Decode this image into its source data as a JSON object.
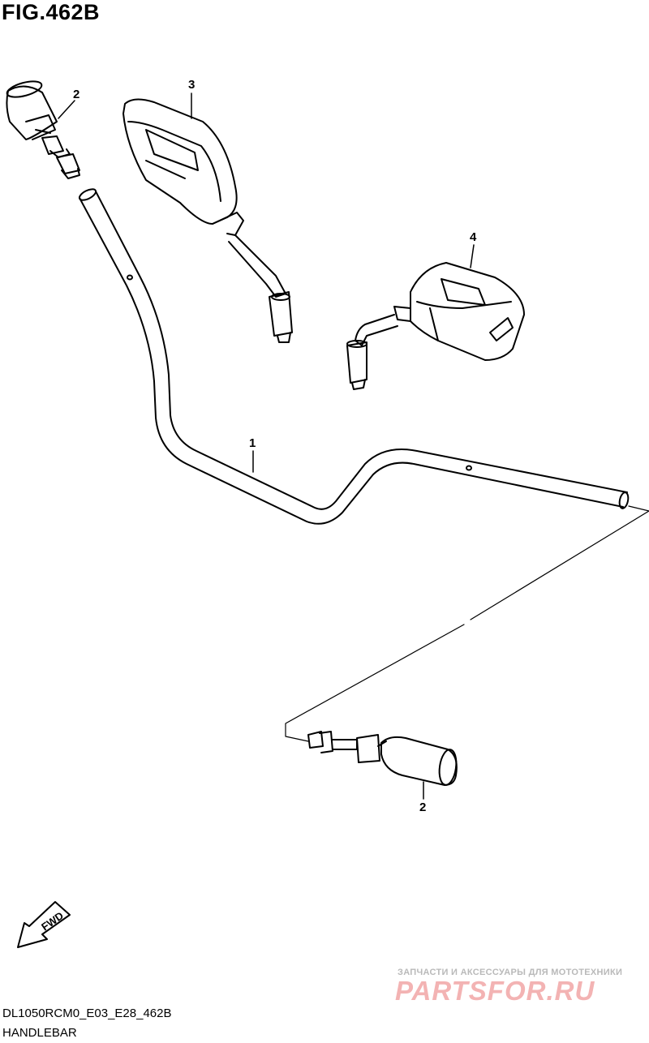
{
  "figure": {
    "title": "FIG.462B"
  },
  "callouts": {
    "handlebar": "1",
    "balancer_top": "2",
    "mirror_right": "3",
    "mirror_left": "4",
    "balancer_bottom": "2"
  },
  "fwd_label": "FWD",
  "footer": {
    "code": "DL1050RCM0_E03_E28_462B",
    "name": "HANDLEBAR"
  },
  "watermark": {
    "tagline": "ЗАПЧАСТИ И АКСЕССУАРЫ ДЛЯ МОТОТЕХНИКИ",
    "brand": "PARTSFOR.RU"
  }
}
